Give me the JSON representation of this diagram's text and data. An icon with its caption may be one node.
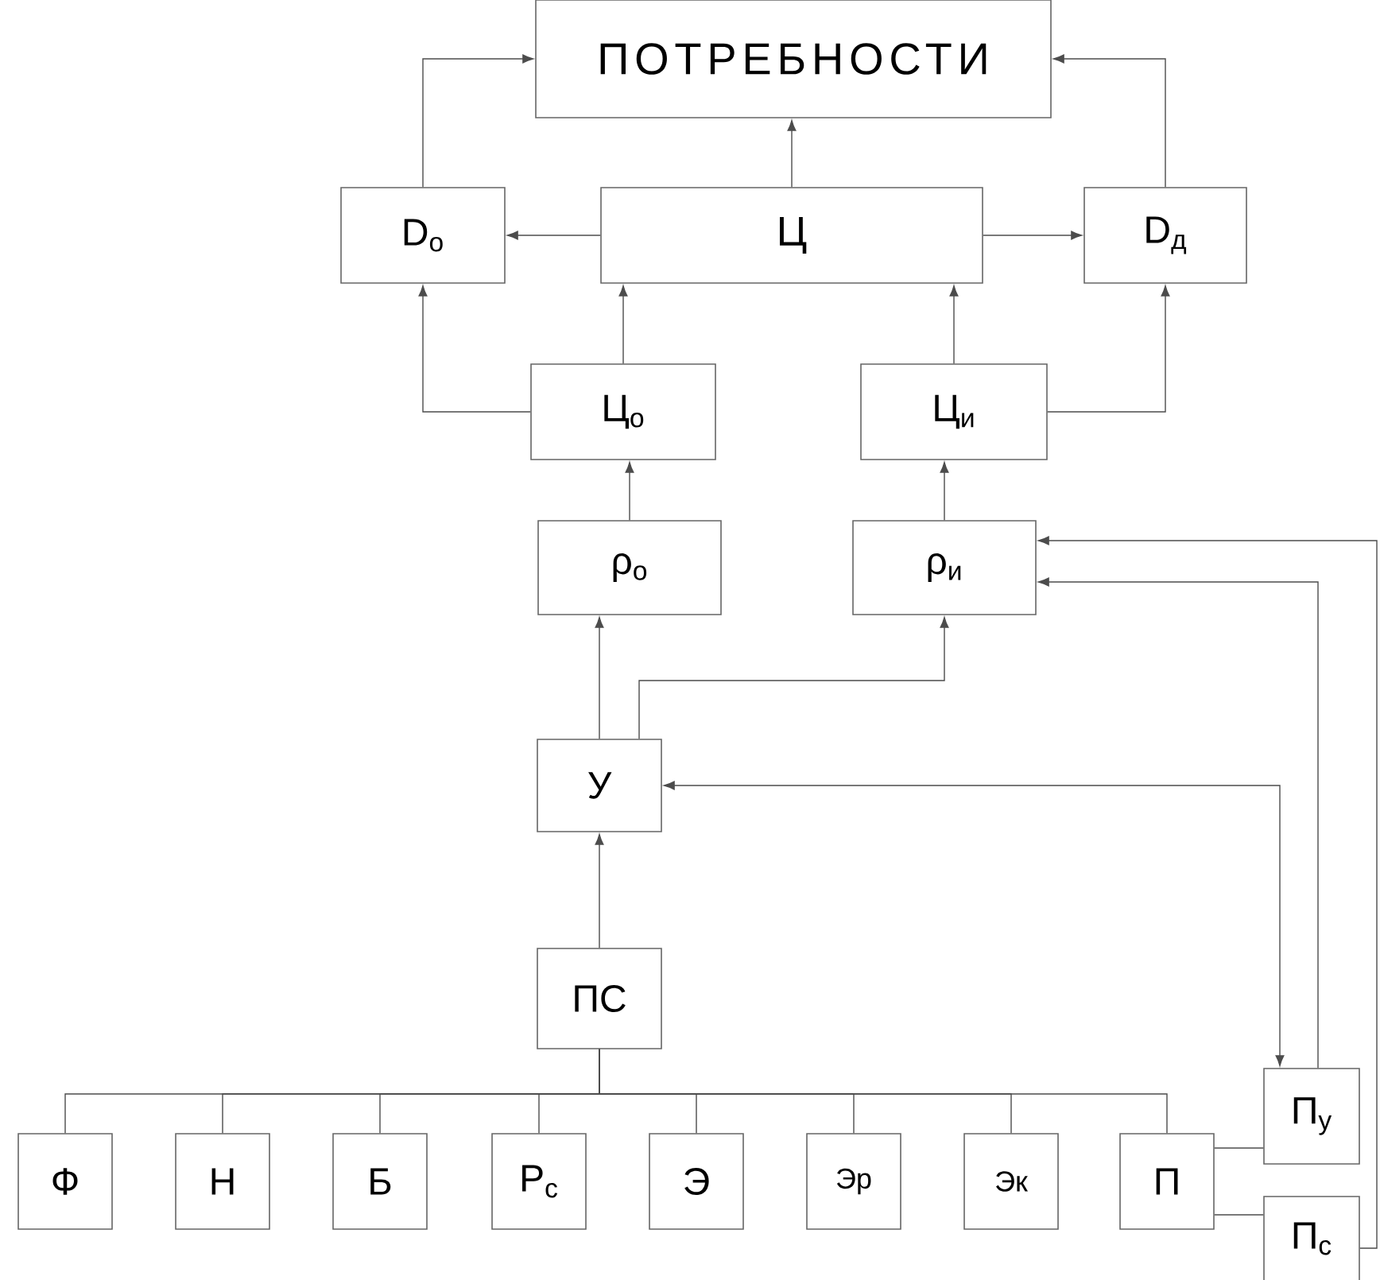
{
  "diagram": {
    "nodes": [
      {
        "text": [
          "ПОТРЕБНОСТИ"
        ]
      },
      {
        "text": [
          "D$_{о}$"
        ]
      },
      {
        "text": [
          "Ц"
        ]
      },
      {
        "text": [
          "D$_{д}$"
        ]
      },
      {
        "text": [
          "Ц$_{о}$"
        ]
      },
      {
        "text": [
          "Ц$_{и}$"
        ]
      },
      {
        "text": [
          "ρ$_{о}$"
        ]
      },
      {
        "text": [
          "ρ$_{и}$"
        ]
      },
      {
        "text": [
          "У"
        ]
      },
      {
        "text": [
          "ПС"
        ]
      },
      {
        "text": [
          "Ф"
        ]
      },
      {
        "text": [
          "Н"
        ]
      },
      {
        "text": [
          "Б"
        ]
      },
      {
        "text": [
          "Р$_{с}$"
        ]
      },
      {
        "text": [
          "Э"
        ]
      },
      {
        "text": [
          "Эр"
        ]
      },
      {
        "text": [
          "Эк"
        ]
      },
      {
        "text": [
          "П"
        ]
      },
      {
        "text": [
          "П$_{у}$"
        ]
      },
      {
        "text": [
          "П$_{с}$"
        ]
      }
    ],
    "edges": [
      {
        "from": 1,
        "to": 0,
        "arrow": "to"
      },
      {
        "from": 2,
        "to": 0,
        "arrow": "to"
      },
      {
        "from": 3,
        "to": 0,
        "arrow": "to"
      },
      {
        "from": 2,
        "to": 1,
        "arrow": "to"
      },
      {
        "from": 2,
        "to": 3,
        "arrow": "to"
      },
      {
        "from": 4,
        "to": 1,
        "arrow": "to"
      },
      {
        "from": 4,
        "to": 2,
        "arrow": "to"
      },
      {
        "from": 5,
        "to": 2,
        "arrow": "to"
      },
      {
        "from": 5,
        "to": 3,
        "arrow": "to"
      },
      {
        "from": 6,
        "to": 4,
        "arrow": "to"
      },
      {
        "from": 7,
        "to": 5,
        "arrow": "to"
      },
      {
        "from": 8,
        "to": 6,
        "arrow": "to"
      },
      {
        "from": 8,
        "to": 7,
        "arrow": "to"
      },
      {
        "from": 9,
        "to": 8,
        "arrow": "to"
      },
      {
        "from": 9,
        "to": 10,
        "arrow": "none"
      },
      {
        "from": 9,
        "to": 11,
        "arrow": "none"
      },
      {
        "from": 9,
        "to": 12,
        "arrow": "none"
      },
      {
        "from": 9,
        "to": 13,
        "arrow": "none"
      },
      {
        "from": 9,
        "to": 14,
        "arrow": "none"
      },
      {
        "from": 9,
        "to": 15,
        "arrow": "none"
      },
      {
        "from": 9,
        "to": 16,
        "arrow": "none"
      },
      {
        "from": 9,
        "to": 17,
        "arrow": "none"
      },
      {
        "from": 17,
        "to": 18,
        "arrow": "none"
      },
      {
        "from": 17,
        "to": 19,
        "arrow": "none"
      },
      {
        "from": 8,
        "to": 18,
        "arrow": "both"
      },
      {
        "from": 18,
        "to": 7,
        "arrow": "to"
      },
      {
        "from": 19,
        "to": 7,
        "arrow": "to"
      }
    ]
  }
}
